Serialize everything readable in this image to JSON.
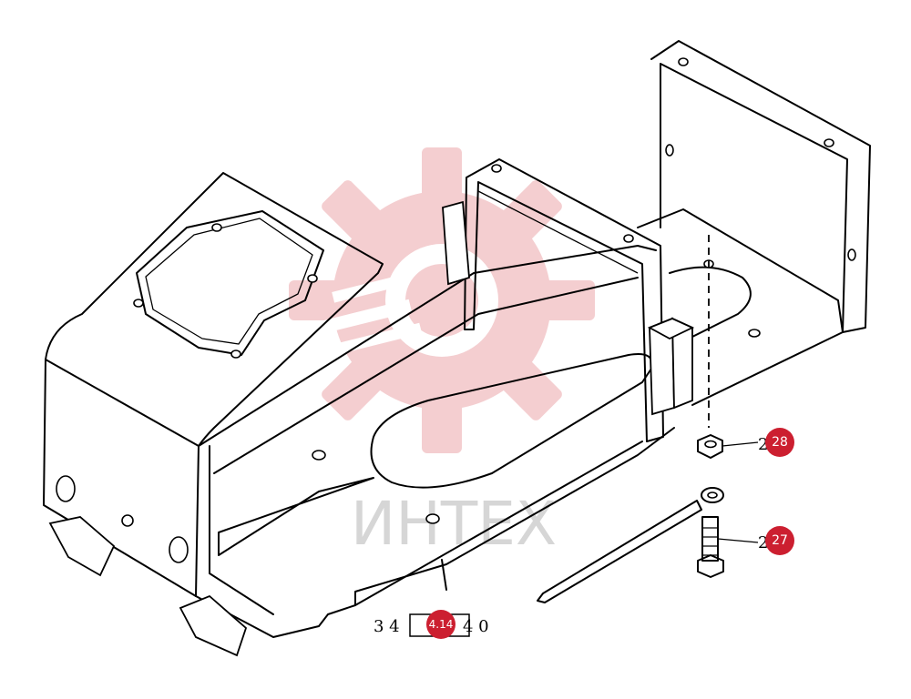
{
  "watermark": {
    "text": "ИНТЕХ",
    "color": "#d6d6d6",
    "gear_color": "#f3c9cb"
  },
  "callouts": [
    {
      "id": "callout-28",
      "label": "28",
      "partial_ref": "2"
    },
    {
      "id": "callout-27",
      "label": "27",
      "partial_ref": "2"
    },
    {
      "id": "callout-4-14",
      "label": "4.14"
    }
  ],
  "part_number": {
    "prefix": "3 4",
    "suffix": "4 0"
  },
  "colors": {
    "callout_fill": "#cc1f30",
    "line": "#000000",
    "background": "#ffffff"
  },
  "icons": [
    "gear-watermark-icon",
    "nut-icon",
    "bolt-icon",
    "eye-bolt-icon"
  ]
}
